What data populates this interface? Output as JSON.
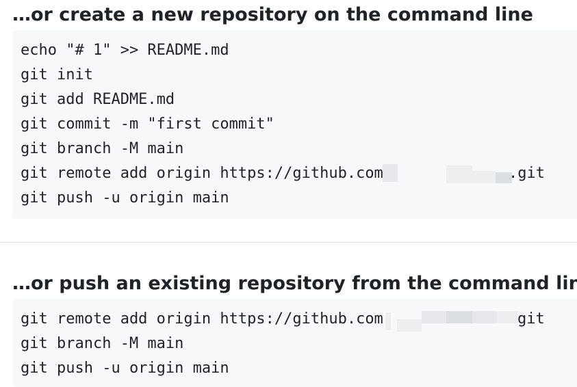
{
  "sections": [
    {
      "title": "…or create a new repository on the command line",
      "lines": [
        "echo \"# 1\" >> README.md",
        "git init",
        "git add README.md",
        "git commit -m \"first commit\"",
        "git branch -M main",
        "git remote add origin https://github.com",
        "git push -u origin main"
      ],
      "remote_suffix": ".git"
    },
    {
      "title": "…or push an existing repository from the command line",
      "lines": [
        "git remote add origin https://github.com",
        "git branch -M main",
        "git push -u origin main"
      ],
      "remote_suffix": "git"
    }
  ]
}
